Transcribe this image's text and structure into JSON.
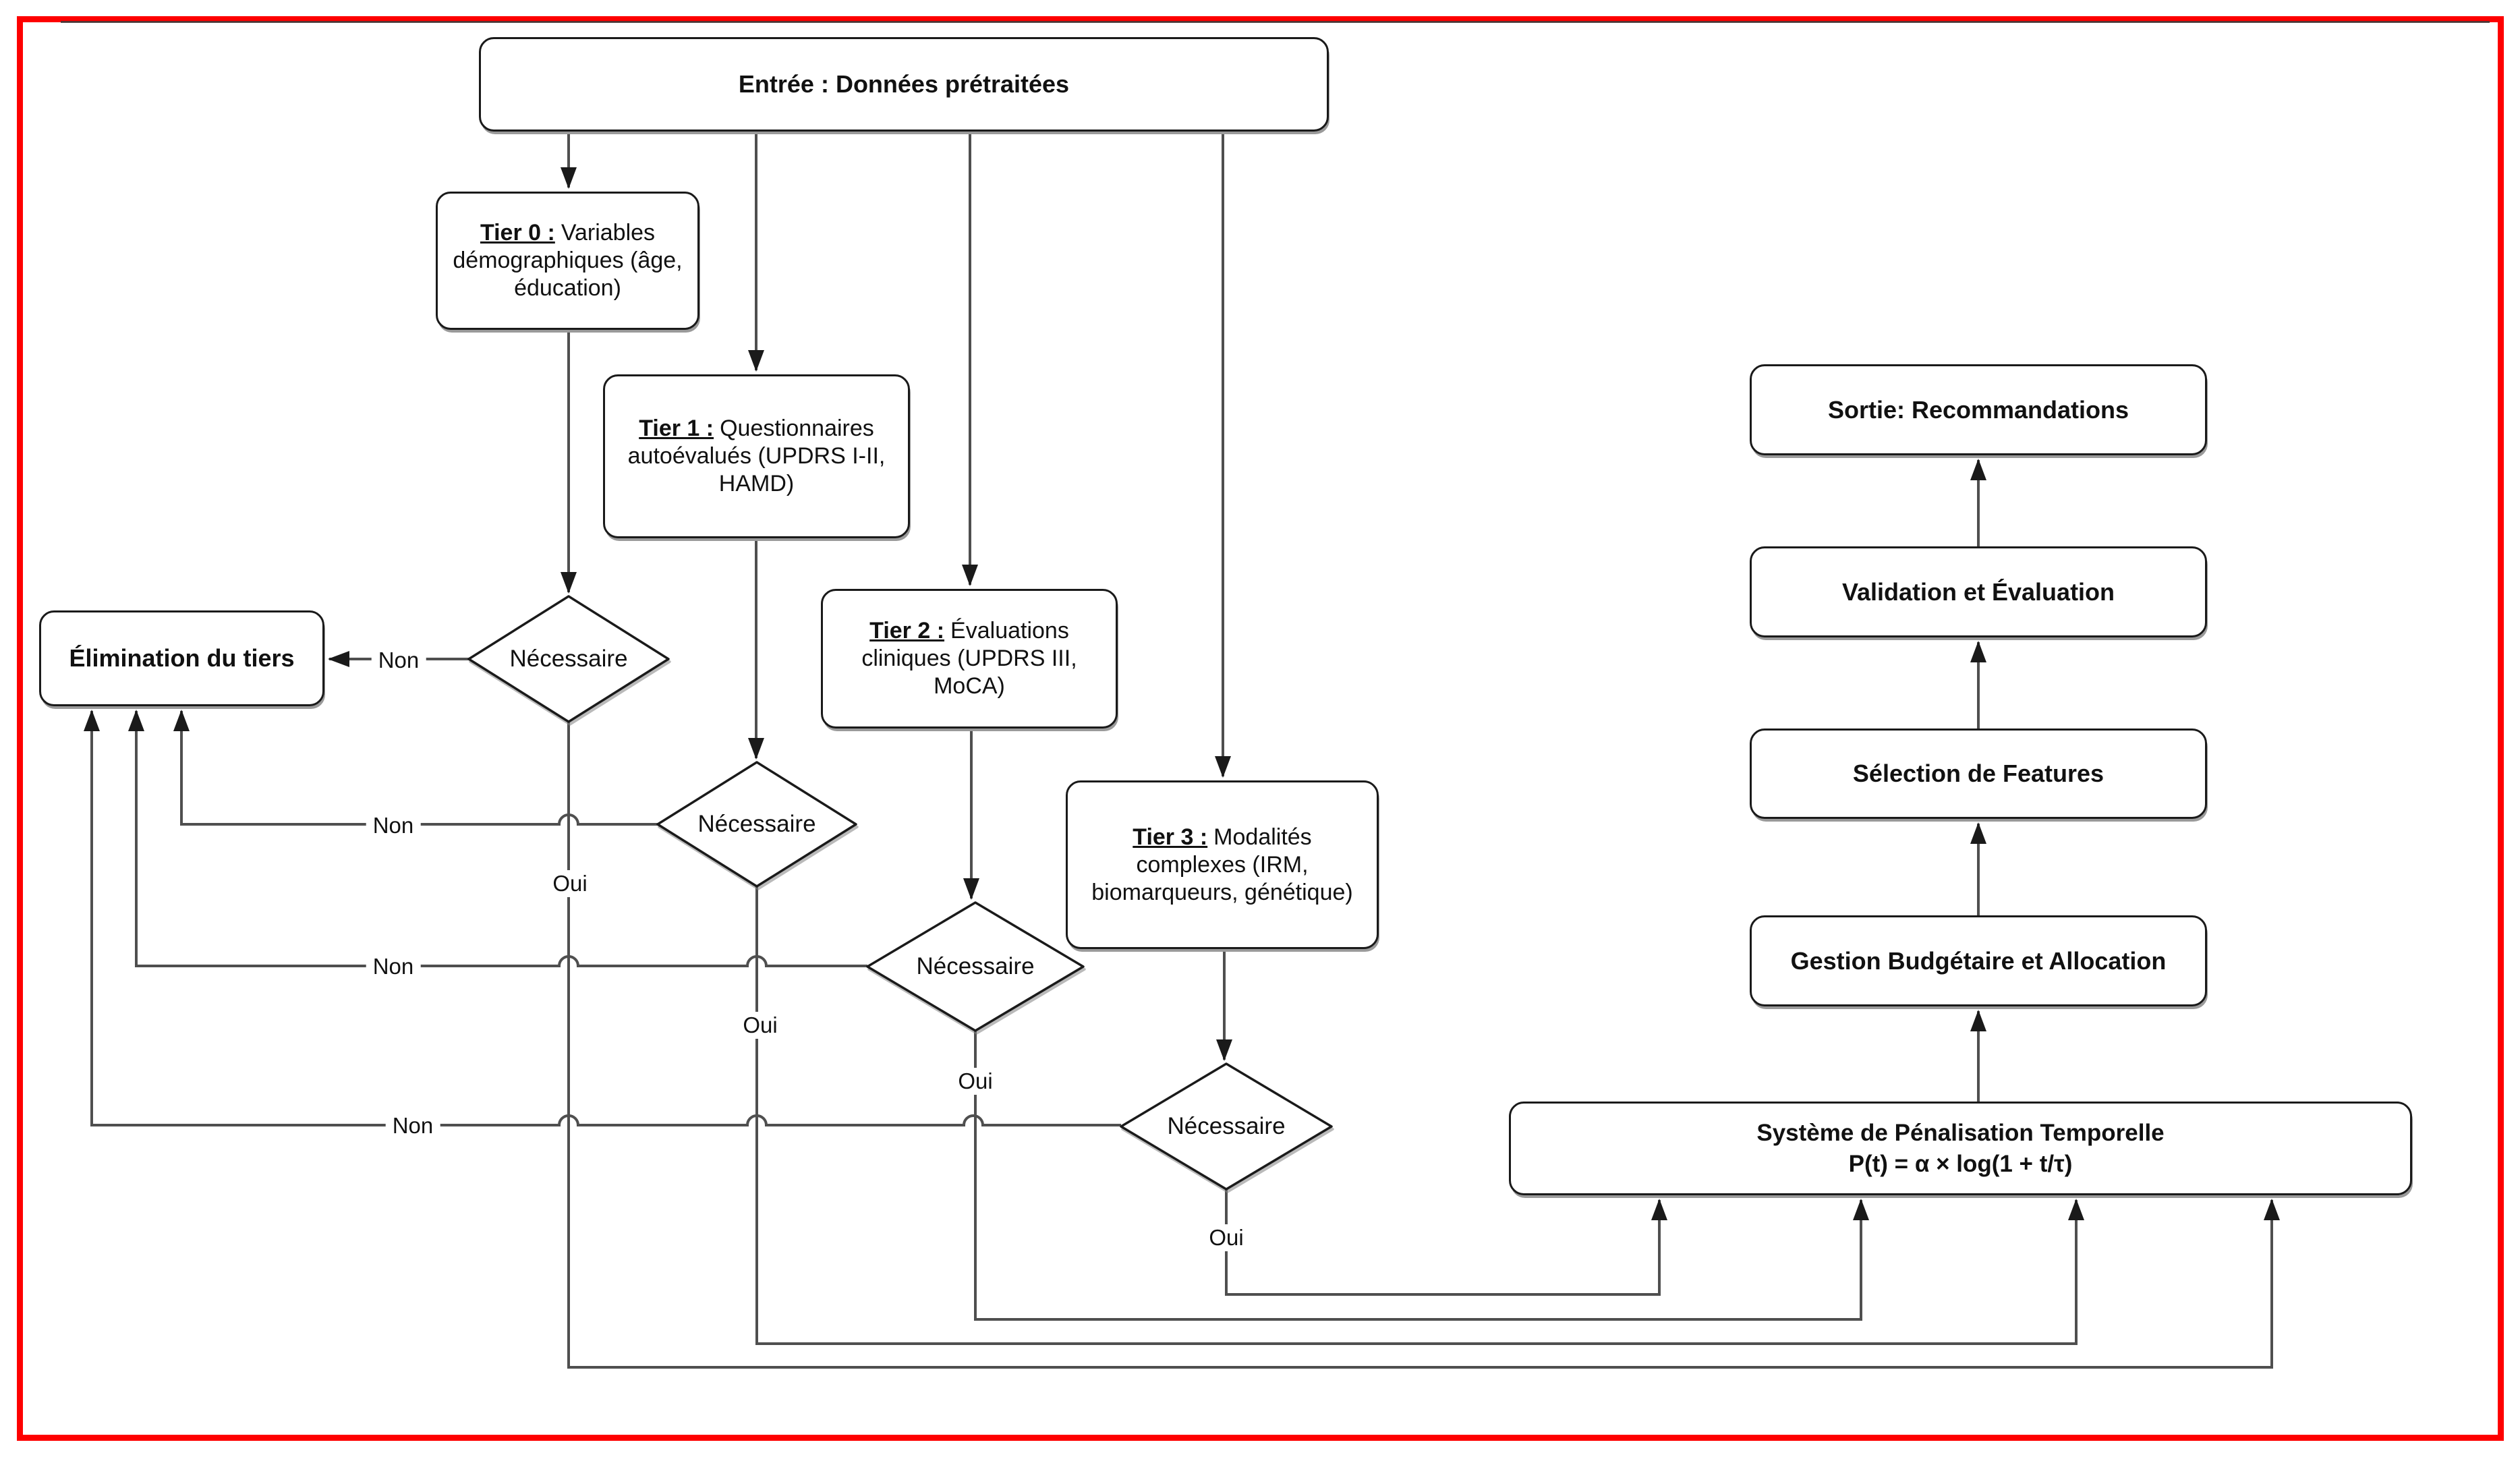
{
  "frame": {
    "border_color": "#fe0000"
  },
  "nodes": {
    "entree": {
      "label": "Entrée : Données prétraitées"
    },
    "tier0": {
      "prefix": "Tier 0 :",
      "label": "Variables démographiques (âge, éducation)"
    },
    "tier1": {
      "prefix": "Tier 1 :",
      "label": "Questionnaires autoévalués (UPDRS I-II, HAMD)"
    },
    "tier2": {
      "prefix": "Tier 2 :",
      "label": "Évaluations cliniques (UPDRS III, MoCA)"
    },
    "tier3": {
      "prefix": "Tier 3 :",
      "label": "Modalités complexes (IRM, biomarqueurs, génétique)"
    },
    "elimination": {
      "label": "Élimination du tiers"
    },
    "decision1": {
      "label": "Nécessaire"
    },
    "decision2": {
      "label": "Nécessaire"
    },
    "decision3": {
      "label": "Nécessaire"
    },
    "decision4": {
      "label": "Nécessaire"
    },
    "sortie": {
      "label": "Sortie: Recommandations"
    },
    "validation": {
      "label": "Validation et Évaluation"
    },
    "selection": {
      "label": "Sélection de Features"
    },
    "gestion": {
      "label": "Gestion Budgétaire et Allocation"
    },
    "systeme": {
      "title": "Système de Pénalisation Temporelle",
      "formula": "P(t) = α × log(1 + t/τ)"
    }
  },
  "edge_labels": {
    "non1": "Non",
    "non2": "Non",
    "non3": "Non",
    "non4": "Non",
    "oui1": "Oui",
    "oui2": "Oui",
    "oui3": "Oui",
    "oui4": "Oui"
  }
}
